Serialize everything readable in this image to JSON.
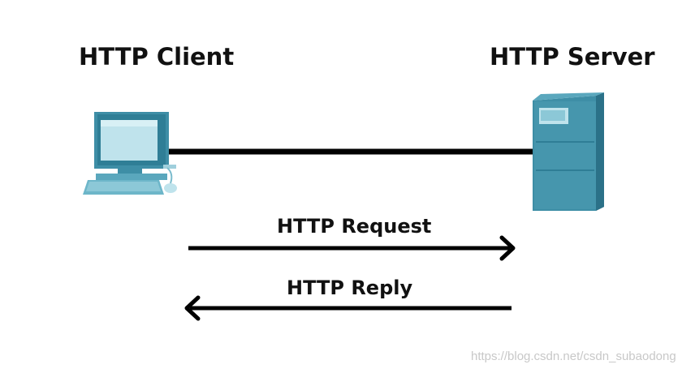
{
  "client": {
    "label": "HTTP Client",
    "icon": "computer-icon"
  },
  "server": {
    "label": "HTTP Server",
    "icon": "server-icon"
  },
  "request": {
    "label": "HTTP Request",
    "direction": "client-to-server"
  },
  "reply": {
    "label": "HTTP Reply",
    "direction": "server-to-client"
  },
  "watermark": "https://blog.csdn.net/csdn_subaodong",
  "colors": {
    "device": "#3e8ea6",
    "screen": "#bfe3ec",
    "line": "#000000"
  }
}
